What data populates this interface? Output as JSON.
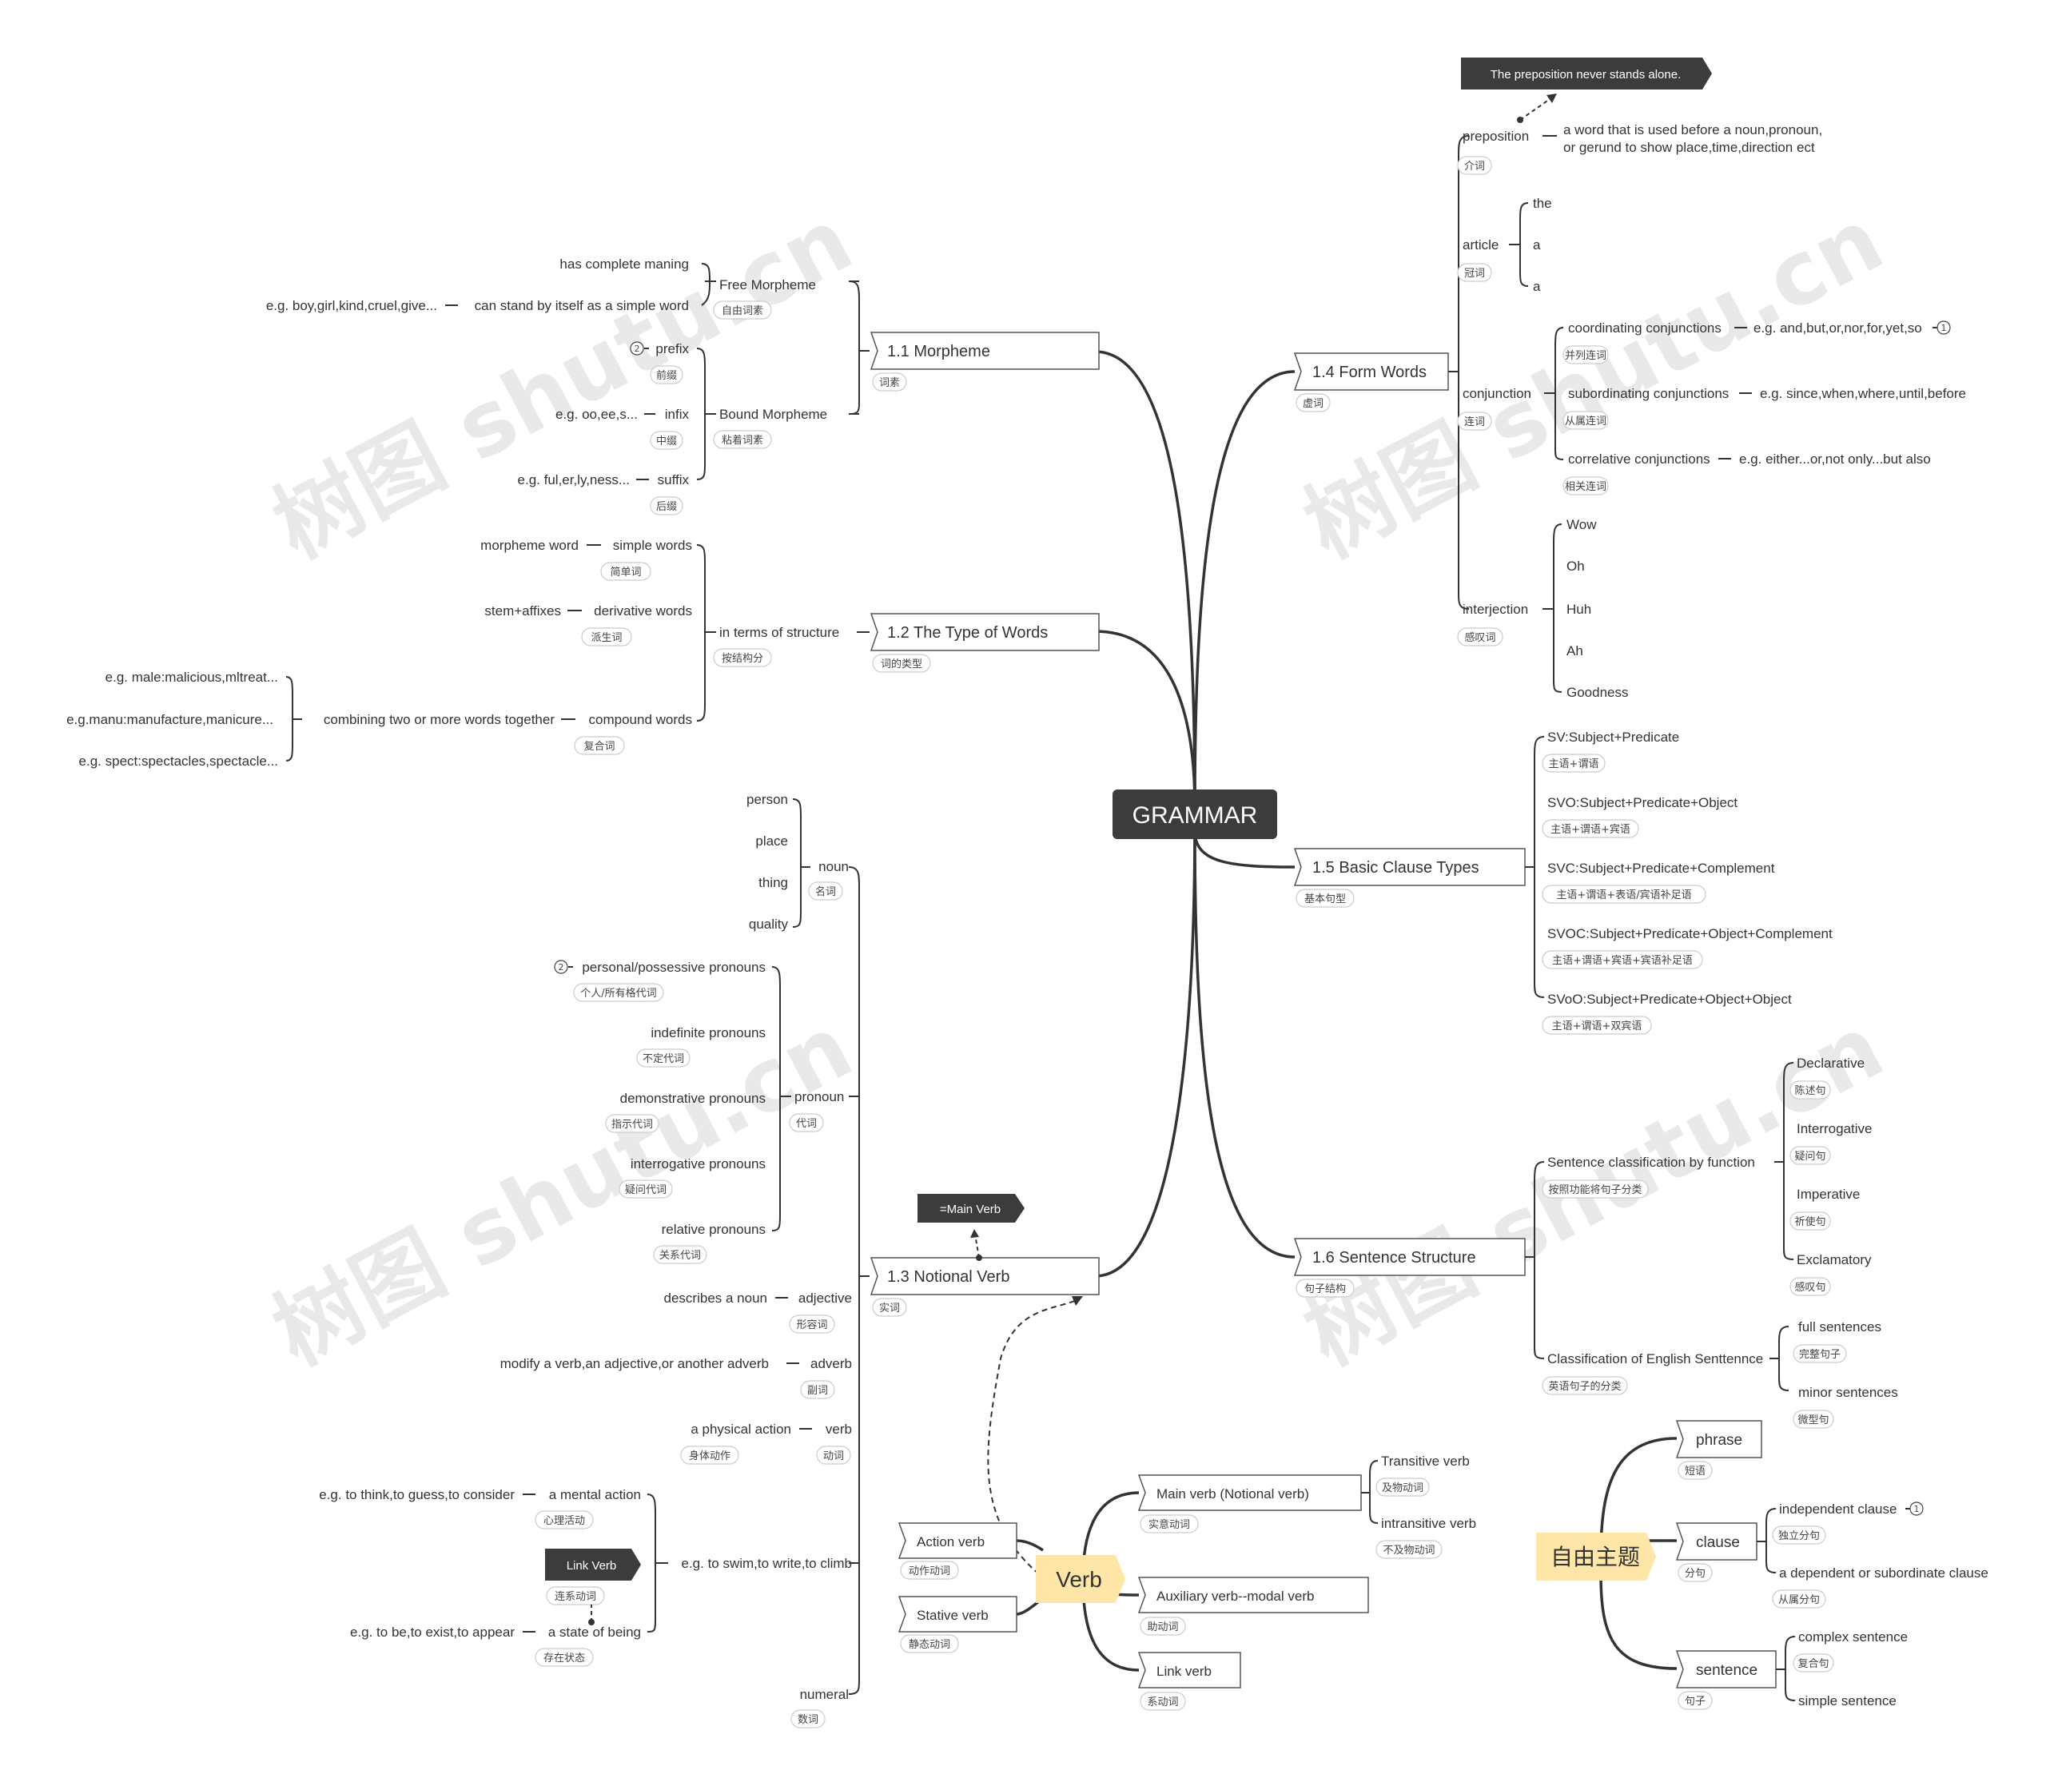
{
  "center": "GRAMMAR",
  "watermark": "树图 shutu.cn",
  "morpheme": {
    "title": "1.1 Morpheme",
    "title_sub": "词素",
    "free": "Free Morpheme",
    "free_sub": "自由词素",
    "free_1": "has complete maning",
    "free_2": "can stand by itself as a simple word",
    "free_2_eg": "e.g. boy,girl,kind,cruel,give...",
    "bound": "Bound Morpheme",
    "bound_sub": "粘着词素",
    "prefix": "prefix",
    "prefix_sub": "前缀",
    "infix": "infix",
    "infix_sub": "中缀",
    "infix_eg": "e.g. oo,ee,s...",
    "suffix": "suffix",
    "suffix_sub": "后缀",
    "suffix_eg": "e.g. ful,er,ly,ness..."
  },
  "types": {
    "title": "1.2 The Type of Words",
    "title_sub": "词的类型",
    "structure": "in terms of structure",
    "structure_sub": "按结构分",
    "simple": "simple words",
    "simple_sub": "简单词",
    "simple_src": "morpheme word",
    "derivative": "derivative words",
    "derivative_sub": "派生词",
    "derivative_src": "stem+affixes",
    "compound": "compound words",
    "compound_sub": "复合词",
    "compound_src": "combining two or more words together",
    "eg1": "e.g. male:malicious,mltreat...",
    "eg2": "e.g.manu:manufacture,manicure...",
    "eg3": "e.g. spect:spectacles,spectacle..."
  },
  "notional": {
    "title": "1.3 Notional Verb",
    "title_sub": "实词",
    "callout": "=Main Verb",
    "noun": "noun",
    "noun_sub": "名词",
    "person": "person",
    "place": "place",
    "thing": "thing",
    "quality": "quality",
    "pronoun": "pronoun",
    "pronoun_sub": "代词",
    "p1": "personal/possessive pronouns",
    "p1_sub": "个人/所有格代词",
    "p2": "indefinite pronouns",
    "p2_sub": "不定代词",
    "p3": "demonstrative pronouns",
    "p3_sub": "指示代词",
    "p4": "interrogative pronouns",
    "p4_sub": "疑问代词",
    "p5": "relative pronouns",
    "p5_sub": "关系代词",
    "adjective": "adjective",
    "adjective_sub": "形容词",
    "adjective_desc": "describes a noun",
    "adverb": "adverb",
    "adverb_sub": "副词",
    "adverb_desc": "modify a verb,an adjective,or another adverb",
    "verb": "verb",
    "verb_sub": "动词",
    "verb_desc": "a physical action",
    "verb_desc_sub": "身体动作",
    "verb_eg": "e.g. to swim,to write,to climb",
    "mental": "a mental action",
    "mental_sub": "心理活动",
    "mental_eg": "e.g. to think,to guess,to consider",
    "link_callout": "Link Verb",
    "link_sub": "连系动词",
    "state": "a state of being",
    "state_sub": "存在状态",
    "state_eg": "e.g. to be,to exist,to appear",
    "numeral": "numeral",
    "numeral_sub": "数词"
  },
  "form": {
    "title": "1.4 Form Words",
    "title_sub": "虚词",
    "callout": "The preposition never stands alone.",
    "preposition": "preposition",
    "preposition_sub": "介词",
    "prep_def_1": "a word that is used before a noun,pronoun,",
    "prep_def_2": "or gerund to show place,time,direction ect",
    "article": "article",
    "article_sub": "冠词",
    "art1": "the",
    "art2": "a",
    "art3": "a",
    "conjunction": "conjunction",
    "conjunction_sub": "连词",
    "c1": "coordinating conjunctions",
    "c1_sub": "并列连词",
    "c1_eg": "e.g. and,but,or,nor,for,yet,so",
    "c2": "subordinating conjunctions",
    "c2_sub": "从属连词",
    "c2_eg": "e.g. since,when,where,until,before",
    "c3": "correlative conjunctions",
    "c3_sub": "相关连词",
    "c3_eg": "e.g. either...or,not only...but also",
    "interjection": "interjection",
    "interjection_sub": "感叹词",
    "i1": "Wow",
    "i2": "Oh",
    "i3": "Huh",
    "i4": "Ah",
    "i5": "Goodness"
  },
  "clause": {
    "title": "1.5 Basic Clause Types",
    "title_sub": "基本句型",
    "t1": "SV:Subject+Predicate",
    "t1_sub": "主语+谓语",
    "t2": "SVO:Subject+Predicate+Object",
    "t2_sub": "主语+谓语+宾语",
    "t3": "SVC:Subject+Predicate+Complement",
    "t3_sub": "主语+谓语+表语/宾语补足语",
    "t4": "SVOC:Subject+Predicate+Object+Complement",
    "t4_sub": "主语+谓语+宾语+宾语补足语",
    "t5": "SVoO:Subject+Predicate+Object+Object",
    "t5_sub": "主语+谓语+双宾语"
  },
  "sentence": {
    "title": "1.6 Sentence Structure",
    "title_sub": "句子结构",
    "func": "Sentence classification by function",
    "func_sub": "按照功能将句子分类",
    "declarative": "Declarative",
    "declarative_sub": "陈述句",
    "interrogative": "Interrogative",
    "interrogative_sub": "疑问句",
    "imperative": "Imperative",
    "imperative_sub": "祈使句",
    "exclamatory": "Exclamatory",
    "exclamatory_sub": "感叹句",
    "eng": "Classification of English Senttennce",
    "eng_sub": "英语句子的分类",
    "full": "full sentences",
    "full_sub": "完整句子",
    "minor": "minor sentences",
    "minor_sub": "微型句"
  },
  "verb": {
    "title": "Verb",
    "action": "Action verb",
    "action_sub": "动作动词",
    "stative": "Stative verb",
    "stative_sub": "静态动词",
    "main": "Main verb (Notional verb)",
    "main_sub": "实意动词",
    "transitive": "Transitive verb",
    "transitive_sub": "及物动词",
    "intransitive": "intransitive verb",
    "intransitive_sub": "不及物动词",
    "aux": "Auxiliary verb--modal verb",
    "aux_sub": "助动词",
    "link": "Link verb",
    "link_sub": "系动词"
  },
  "free_topic": {
    "title": "自由主题",
    "phrase": "phrase",
    "phrase_sub": "短语",
    "clause": "clause",
    "clause_sub": "分句",
    "independent": "independent clause",
    "independent_sub": "独立分句",
    "dependent": "a dependent or subordinate clause",
    "dependent_sub": "从属分句",
    "sentence": "sentence",
    "sentence_sub": "句子",
    "complex": "complex sentence",
    "complex_sub": "复合句",
    "simple": "simple sentence"
  },
  "markers": {
    "one": "1",
    "two": "2"
  },
  "colors": {
    "dark": "#3c3c3c",
    "yellow": "#fde6a8",
    "line": "#333333"
  }
}
